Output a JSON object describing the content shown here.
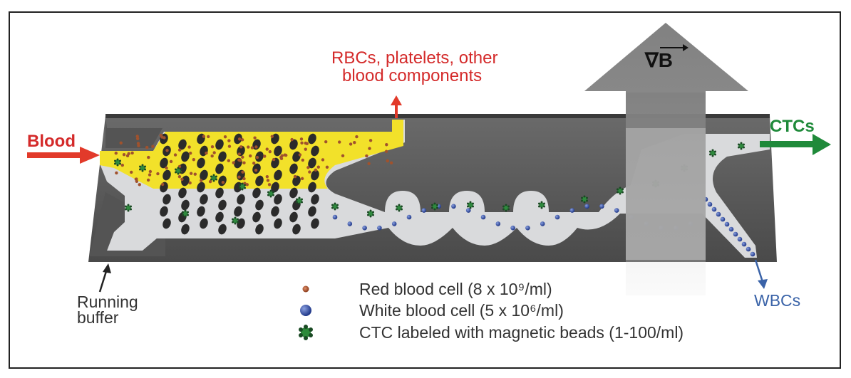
{
  "labels": {
    "blood": "Blood",
    "rbc_outlet_line1": "RBCs, platelets, other",
    "rbc_outlet_line2": "blood components",
    "gradient": "∇B",
    "ctcs": "CTCs",
    "running_buffer_line1": "Running",
    "running_buffer_line2": "buffer",
    "wbcs": "WBCs"
  },
  "legend": [
    {
      "text": "Red blood cell (8 x 10⁹/ml)",
      "icon": "red-dot-icon"
    },
    {
      "text": "White blood cell (5 x 10⁶/ml)",
      "icon": "blue-dot-icon"
    },
    {
      "text": "CTC labeled with magnetic beads (1-100/ml)",
      "icon": "ctc-bead-icon"
    }
  ],
  "colors": {
    "blood": "#e23a2a",
    "ctcs": "#1f8a3a",
    "wbcs": "#3a63a8",
    "chip": "#545454",
    "channel": "#d9dadc",
    "yellow": "#f2e12a"
  }
}
